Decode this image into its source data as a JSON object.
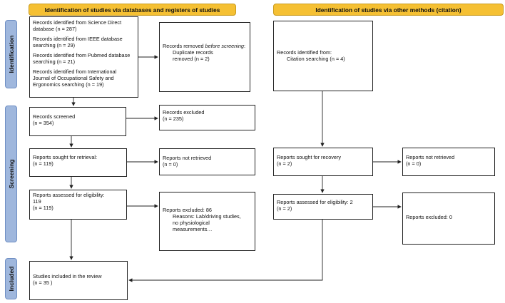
{
  "headers": {
    "databases": "Identification of studies via databases and registers of studies",
    "other": "Identification of studies via other methods (citation)"
  },
  "phases": {
    "identification": "Identification",
    "screening": "Screening",
    "included": "Included"
  },
  "left": {
    "records_identified": [
      "Records identified from Science Direct database (n = 287)",
      "Records identified from IEEE database searching (n = 29)",
      "Records identified from Pubmed database searching (n = 21)",
      "Records identified from International Journal of Occupational Safety and Ergonomics searching (n = 19)"
    ],
    "removed_title_pre": "Records removed ",
    "removed_title_em": "before screening",
    "removed_title_post": ":",
    "removed_line1": "Duplicate records",
    "removed_line2": "removed  (n = 2)",
    "screened_line1": "Records screened",
    "screened_line2": "(n = 354)",
    "excluded_line1": "Records excluded",
    "excluded_line2": "(n = 235)",
    "sought_line1": "Reports sought for retrieval:",
    "sought_line2": "(n = 119)",
    "not_retrieved_line1": "Reports not retrieved",
    "not_retrieved_line2": "(n = 0)",
    "assessed_line1": "Reports assessed for eligibility:",
    "assessed_line2": "119",
    "assessed_line3": "(n = 119)",
    "excl86_line1": "Reports excluded: 86",
    "excl86_line2": "Reasons: Lab/driving studies,",
    "excl86_line3": "no physiological",
    "excl86_line4": "measurements…",
    "included_line1": "Studies included in the review",
    "included_line2": "(n = 35 )"
  },
  "right": {
    "identified_line1": "Records identified from:",
    "identified_line2": "Citation searching (n = 4)",
    "sought_line1": "Reports sought for recovery",
    "sought_line2": "(n = 2)",
    "not_retrieved_line1": "Reports not retrieved",
    "not_retrieved_line2": "(n = 0)",
    "assessed_line1": "Reports assessed for eligibility: 2",
    "assessed_line2": "(n = 2)",
    "excluded": "Reports excluded: 0"
  }
}
